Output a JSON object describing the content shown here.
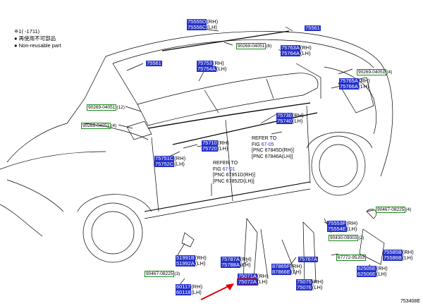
{
  "legend": {
    "date_range": "※1(     -1711)",
    "bullet_jp": "再使用不可部品",
    "bullet_en": "Non-reusable part"
  },
  "labels": [
    {
      "id": "l1",
      "parts": [
        {
          "pn": "75555D",
          "s": "(RH)"
        },
        {
          "pn": "75556C",
          "s": "(LH)"
        }
      ]
    },
    {
      "id": "l2",
      "parts": [
        {
          "pn": "75561"
        }
      ]
    },
    {
      "id": "l3",
      "sub": "90269-04051",
      "s": "(6)"
    },
    {
      "id": "l4",
      "parts": [
        {
          "pn": "75763A",
          "s": "(RH)"
        },
        {
          "pn": "75764A",
          "s": "(LH)"
        }
      ]
    },
    {
      "id": "l5",
      "parts": [
        {
          "pn": "75561"
        }
      ]
    },
    {
      "id": "l6",
      "parts": [
        {
          "pn": "75753",
          "s": "(RH)"
        },
        {
          "pn": "75754A",
          "s": "(LH)"
        }
      ]
    },
    {
      "id": "l7",
      "sub": "90269-04051",
      "s": "(4)"
    },
    {
      "id": "l8",
      "parts": [
        {
          "pn": "75765A",
          "s": "(RH)"
        },
        {
          "pn": "75766A",
          "s": "(LH)"
        }
      ]
    },
    {
      "id": "l9",
      "sub": "90269-04051",
      "s": "(12)"
    },
    {
      "id": "l10",
      "parts": [
        {
          "pn": "75730",
          "s": "(RH)"
        },
        {
          "pn": "75740",
          "s": "(LH)"
        }
      ]
    },
    {
      "id": "l11",
      "sub": "90269-04051",
      "s": "(4)"
    },
    {
      "id": "l12",
      "parts": [
        {
          "pn": "75710",
          "s": "(RH)"
        },
        {
          "pn": "75720",
          "s": "(LH)"
        }
      ]
    },
    {
      "id": "l13",
      "parts": [
        {
          "pn": "75751C",
          "s": "(RH)"
        },
        {
          "pn": "75752C",
          "s": "(LH)"
        }
      ]
    },
    {
      "id": "l14",
      "sub": "90467-08225",
      "s": "(4)"
    },
    {
      "id": "l15",
      "parts": [
        {
          "pn": "75553F",
          "s": "(RH)"
        },
        {
          "pn": "75554E",
          "s": "(LH)"
        }
      ]
    },
    {
      "id": "l16",
      "sub": "90430-09003",
      "s": "(2)"
    },
    {
      "id": "l17",
      "parts": [
        {
          "pn": "75585B",
          "s": "(RH)"
        },
        {
          "pn": "75586B",
          "s": "(LH)"
        }
      ]
    },
    {
      "id": "l18",
      "sub": "67772-95J03",
      "s": ""
    },
    {
      "id": "l19",
      "parts": [
        {
          "pn": "62505E",
          "s": "(RH)"
        },
        {
          "pn": "62506E",
          "s": "(LH)"
        }
      ]
    },
    {
      "id": "l20",
      "parts": [
        {
          "pn": "51991B",
          "s": "(RH)"
        },
        {
          "pn": "51992A",
          "s": "(LH)"
        }
      ]
    },
    {
      "id": "l21",
      "sub": "90467-08225",
      "s": "(3)"
    },
    {
      "id": "l22",
      "parts": [
        {
          "pn": "60117",
          "s": "(RH)"
        },
        {
          "pn": "60118",
          "s": "(LH)"
        }
      ]
    },
    {
      "id": "l23",
      "parts": [
        {
          "pn": "75787A",
          "s": "(RH)"
        },
        {
          "pn": "75788A",
          "s": "(LH)"
        }
      ]
    },
    {
      "id": "l24",
      "parts": [
        {
          "pn": "75071A",
          "s": "(RH)"
        },
        {
          "pn": "75072A",
          "s": "(LH)",
          "hl": true
        }
      ]
    },
    {
      "id": "l25",
      "parts": [
        {
          "pn": "87865F",
          "s": "(RH)"
        },
        {
          "pn": "87866E",
          "s": "(LH)"
        }
      ]
    },
    {
      "id": "l26",
      "parts": [
        {
          "pn": "75767A"
        }
      ]
    },
    {
      "id": "l27",
      "parts": [
        {
          "pn": "75075",
          "s": "(RH)"
        },
        {
          "pn": "75076",
          "s": "(LH)"
        }
      ]
    }
  ],
  "refs": [
    {
      "id": "r1",
      "line1": "REFER TO",
      "fig_prefix": "FIG ",
      "fig": "67-05",
      "line3": "[PNC 67845D(RH)]",
      "line4": "[PNC 67846A(LH)]"
    },
    {
      "id": "r2",
      "line1": "REFER TO",
      "fig_prefix": "FIG ",
      "fig": "67-01",
      "line3": "[PNC 67851D(RH)]",
      "line4": "[PNC 67852D(LH)]"
    }
  ],
  "doc_id": "753408E",
  "colors": {
    "part_fill": "#2430c8",
    "sub_border": "#1a8a1a",
    "highlight": "#e00000",
    "line": "#000000"
  }
}
